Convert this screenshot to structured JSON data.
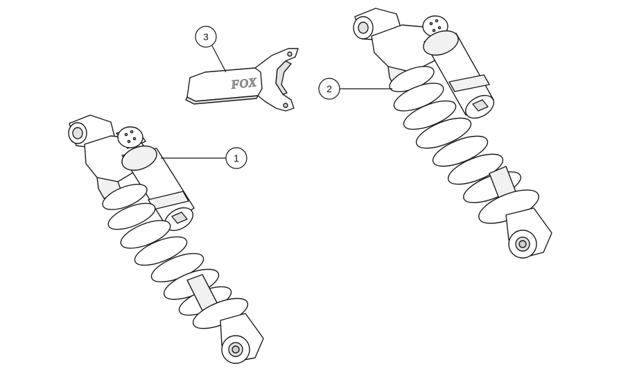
{
  "diagram": {
    "callouts": [
      {
        "id": "part-1",
        "label": "1"
      },
      {
        "id": "part-2",
        "label": "2"
      },
      {
        "id": "part-3",
        "label": "3"
      }
    ],
    "wrench_logo_text": "FOX"
  },
  "colors": {
    "line": "#1a1a1a",
    "part_fill": "#ffffff",
    "shade_light": "#f1f1f1",
    "shade_mid": "#e2e2e2",
    "shade_dark": "#cfcfcf"
  }
}
